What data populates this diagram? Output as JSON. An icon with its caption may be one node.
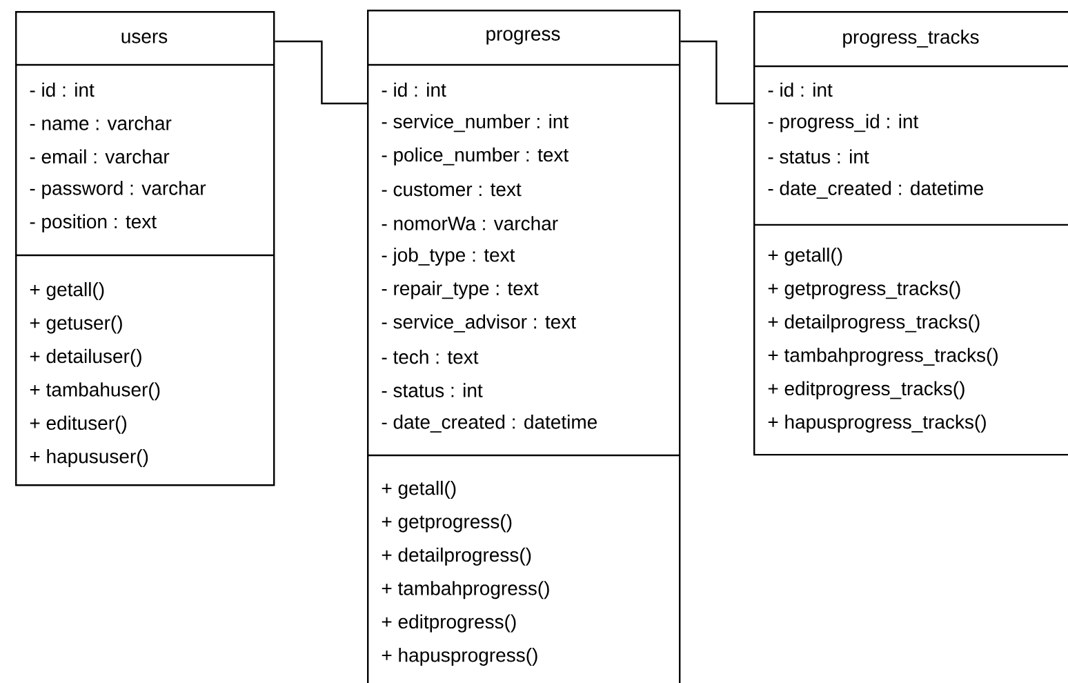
{
  "diagram": {
    "nodes": [
      {
        "text": [
          "users",
          "- id : int",
          "- name : varchar",
          "- email : varchar",
          "- password : varchar",
          "- position : text",
          "+ getall()",
          "+ getuser()",
          "+ detailuser()",
          "+ tambahuser()",
          "+ edituser()",
          "+ hapususer()"
        ]
      },
      {
        "text": [
          "progress",
          "- id : int",
          "- service_number : int",
          "- police_number : text",
          "- customer : text",
          "- nomorWa : varchar",
          "- job_type : text",
          "- repair_type : text",
          "- service_advisor : text",
          "- tech : text",
          "- status : int",
          "- date_created : datetime",
          "+ getall()",
          "+ getprogress()",
          "+ detailprogress()",
          "+ tambahprogress()",
          "+ editprogress()",
          "+ hapusprogress()"
        ]
      },
      {
        "text": [
          "progress_tracks",
          "- id : int",
          "- progress_id : int",
          "- status : int",
          "- date_created : datetime",
          "+ getall()",
          "+ getprogress_tracks()",
          "+ detailprogress_tracks()",
          "+ tambahprogress_tracks()",
          "+ editprogress_tracks()",
          "+ hapusprogress_tracks()"
        ]
      }
    ],
    "edges": [
      {
        "from": 0,
        "to": 1,
        "arrow": "none"
      },
      {
        "from": 1,
        "to": 2,
        "arrow": "none"
      }
    ]
  }
}
